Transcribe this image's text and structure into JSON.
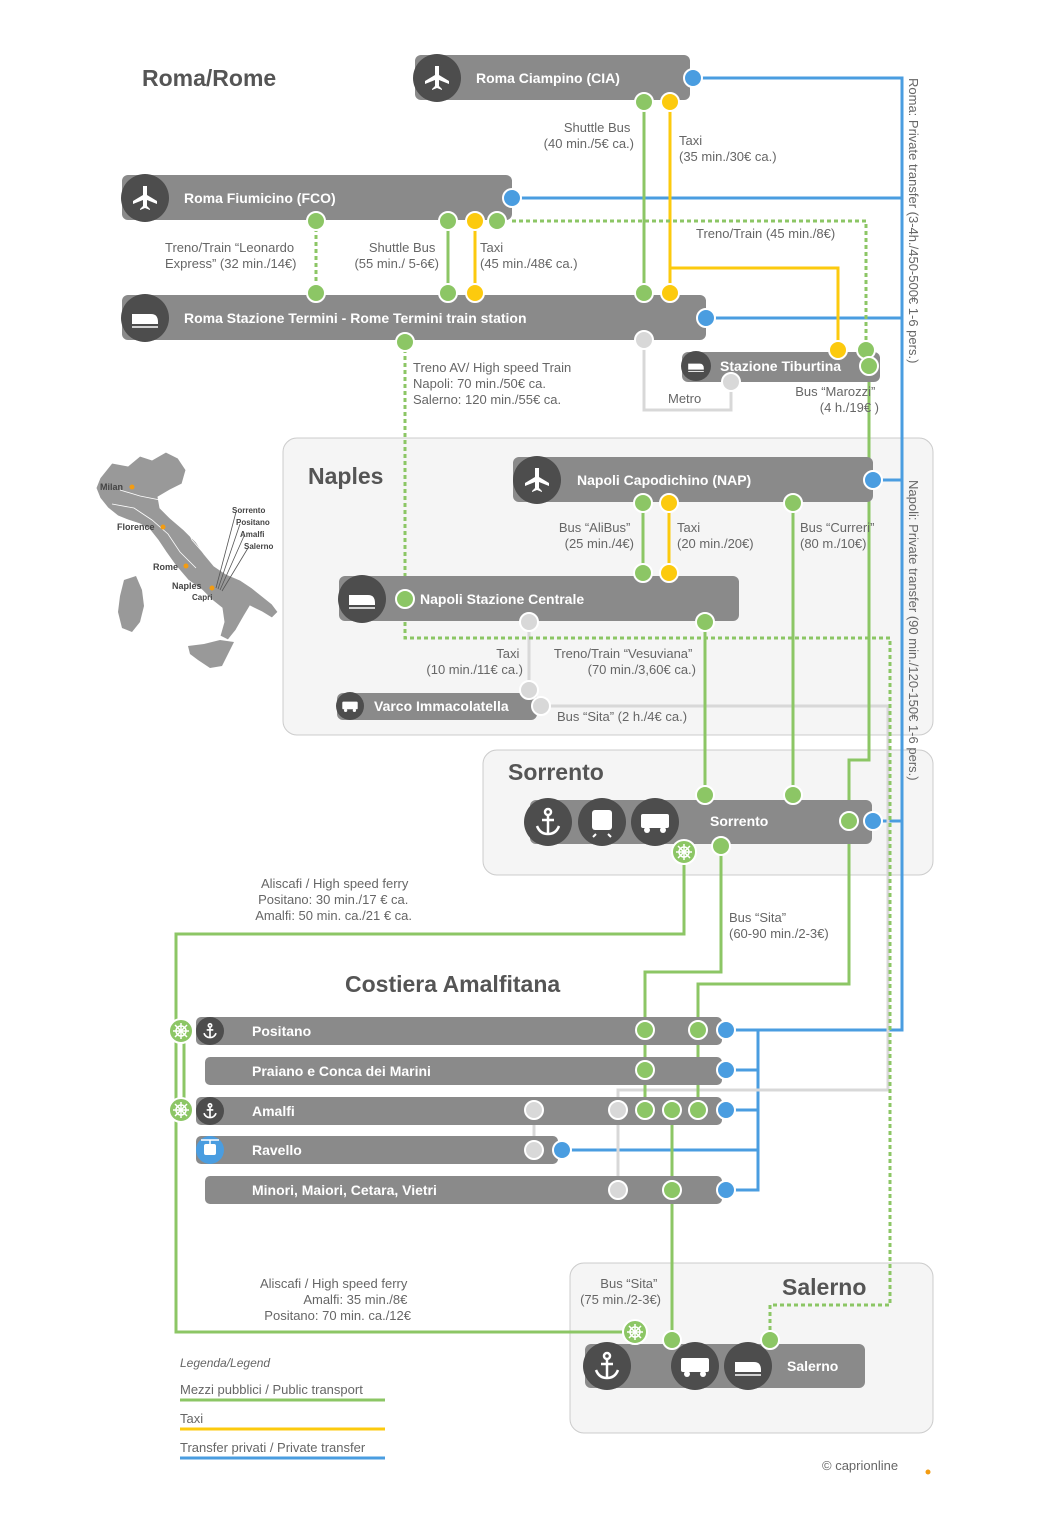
{
  "colors": {
    "public": "#8cc665",
    "taxi": "#fcca0e",
    "private": "#4a9de0",
    "metro": "#d8d8d8",
    "bar": "#8a8a8a",
    "icon": "#4d4d4d",
    "region_bg": "#f5f5f5",
    "region_border": "#cccccc"
  },
  "regions": {
    "roma": "Roma/Rome",
    "naples": "Naples",
    "sorrento": "Sorrento",
    "costiera": "Costiera Amalfitana",
    "salerno": "Salerno"
  },
  "stations": {
    "ciampino": {
      "label": "Roma Ciampino (CIA)",
      "icon": "airplane-icon"
    },
    "fiumicino": {
      "label": "Roma Fiumicino (FCO)",
      "icon": "airplane-icon"
    },
    "termini": {
      "label": "Roma Stazione Termini - Rome Termini train station",
      "icon": "train-icon"
    },
    "tiburtina": {
      "label": "Stazione Tiburtina",
      "icon": "train-icon"
    },
    "capodichino": {
      "label": "Napoli Capodichino (NAP)",
      "icon": "airplane-icon"
    },
    "centrale": {
      "label": "Napoli Stazione Centrale",
      "icon": "train-icon"
    },
    "varco": {
      "label": "Varco Immacolatella",
      "icon": "bus-icon"
    },
    "sorrento": {
      "label": "Sorrento",
      "icons": [
        "anchor-icon",
        "tram-icon",
        "bus-icon"
      ]
    },
    "positano": {
      "label": "Positano",
      "icon": "anchor-icon"
    },
    "praiano": {
      "label": "Praiano e Conca dei Marini"
    },
    "amalfi": {
      "label": "Amalfi",
      "icon": "anchor-icon"
    },
    "ravello": {
      "label": "Ravello",
      "icon": "funicular-icon"
    },
    "minori": {
      "label": "Minori, Maiori, Cetara, Vietri"
    },
    "salerno": {
      "label": "Salerno",
      "icons": [
        "anchor-icon",
        "bus-icon",
        "train-icon"
      ]
    }
  },
  "notes": {
    "ciampino_shuttle": [
      "Shuttle Bus",
      "(40 min./5€ ca.)"
    ],
    "ciampino_taxi": [
      "Taxi",
      "(35 min./30€ ca.)"
    ],
    "fco_treno": [
      "Treno/Train “Leonardo",
      "Express” (32 min./14€)"
    ],
    "fco_shuttle": [
      "Shuttle Bus",
      "(55 min./ 5-6€)"
    ],
    "fco_taxi": [
      "Taxi",
      "(45 min./48€ ca.)"
    ],
    "fco_tiburtina_train": "Treno/Train (45 min./8€)",
    "termini_av": [
      "Treno AV/ High speed Train",
      "Napoli: 70 min./50€ ca.",
      "Salerno: 120 min./55€ ca."
    ],
    "metro": "Metro",
    "marozzi": [
      "Bus “Marozzi”",
      "(4 h./19€ )"
    ],
    "alibus": [
      "Bus “AliBus”",
      "(25 min./4€)"
    ],
    "nap_taxi": [
      "Taxi",
      "(20 min./20€)"
    ],
    "curreri": [
      "Bus “Curreri”",
      "(80 m./10€)"
    ],
    "centrale_taxi": [
      "Taxi",
      "(10 min./11€ ca.)"
    ],
    "vesuviana": [
      "Treno/Train “Vesuviana”",
      "(70 min./3,60€ ca.)"
    ],
    "sita_varco": "Bus “Sita” (2 h./4€ ca.)",
    "ferry_sorrento": [
      "Aliscafi / High speed ferry",
      "Positano: 30 min./17 € ca.",
      "Amalfi: 50 min. ca./21 € ca."
    ],
    "sita_sorrento": [
      "Bus “Sita”",
      "(60-90 min./2-3€)"
    ],
    "ferry_salerno": [
      "Aliscafi / High speed ferry",
      "Amalfi: 35 min./8€",
      "Positano: 70 min. ca./12€"
    ],
    "sita_salerno": [
      "Bus “Sita”",
      "(75 min./2-3€)"
    ],
    "roma_private": "Roma: Private transfer (3-4h./450-500€ 1-6 pers.)",
    "napoli_private": "Napoli: Private transfer (90 min./120-150€ 1-6 pers.)"
  },
  "map_labels": {
    "milan": "Milan",
    "florence": "Florence",
    "rome": "Rome",
    "naples": "Naples",
    "capri": "Capri",
    "sorrento": "Sorrento",
    "positano": "Positano",
    "amalfi": "Amalfi",
    "salerno": "Salerno"
  },
  "legend": {
    "title": "Legenda/Legend",
    "public": "Mezzi pubblici / Public transport",
    "taxi": "Taxi",
    "private": "Transfer privati / Private transfer"
  },
  "credit": "© caprionline"
}
